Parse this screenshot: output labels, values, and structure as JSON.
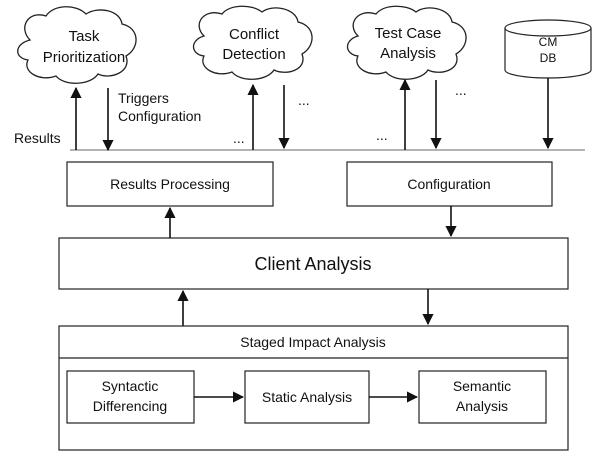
{
  "clouds": {
    "task": [
      "Task",
      "Prioritization"
    ],
    "conflict": [
      "Conflict",
      "Detection"
    ],
    "testcase": [
      "Test Case",
      "Analysis"
    ]
  },
  "db": [
    "CM",
    "DB"
  ],
  "edge_labels": {
    "triggers": [
      "Triggers",
      "Configuration"
    ],
    "results": "Results",
    "ellipsis": "..."
  },
  "boxes": {
    "results_processing": "Results Processing",
    "configuration": "Configuration",
    "client_analysis": "Client Analysis",
    "staged_impact": "Staged Impact Analysis",
    "syntactic": [
      "Syntactic",
      "Differencing"
    ],
    "static": "Static Analysis",
    "semantic": [
      "Semantic",
      "Analysis"
    ]
  }
}
